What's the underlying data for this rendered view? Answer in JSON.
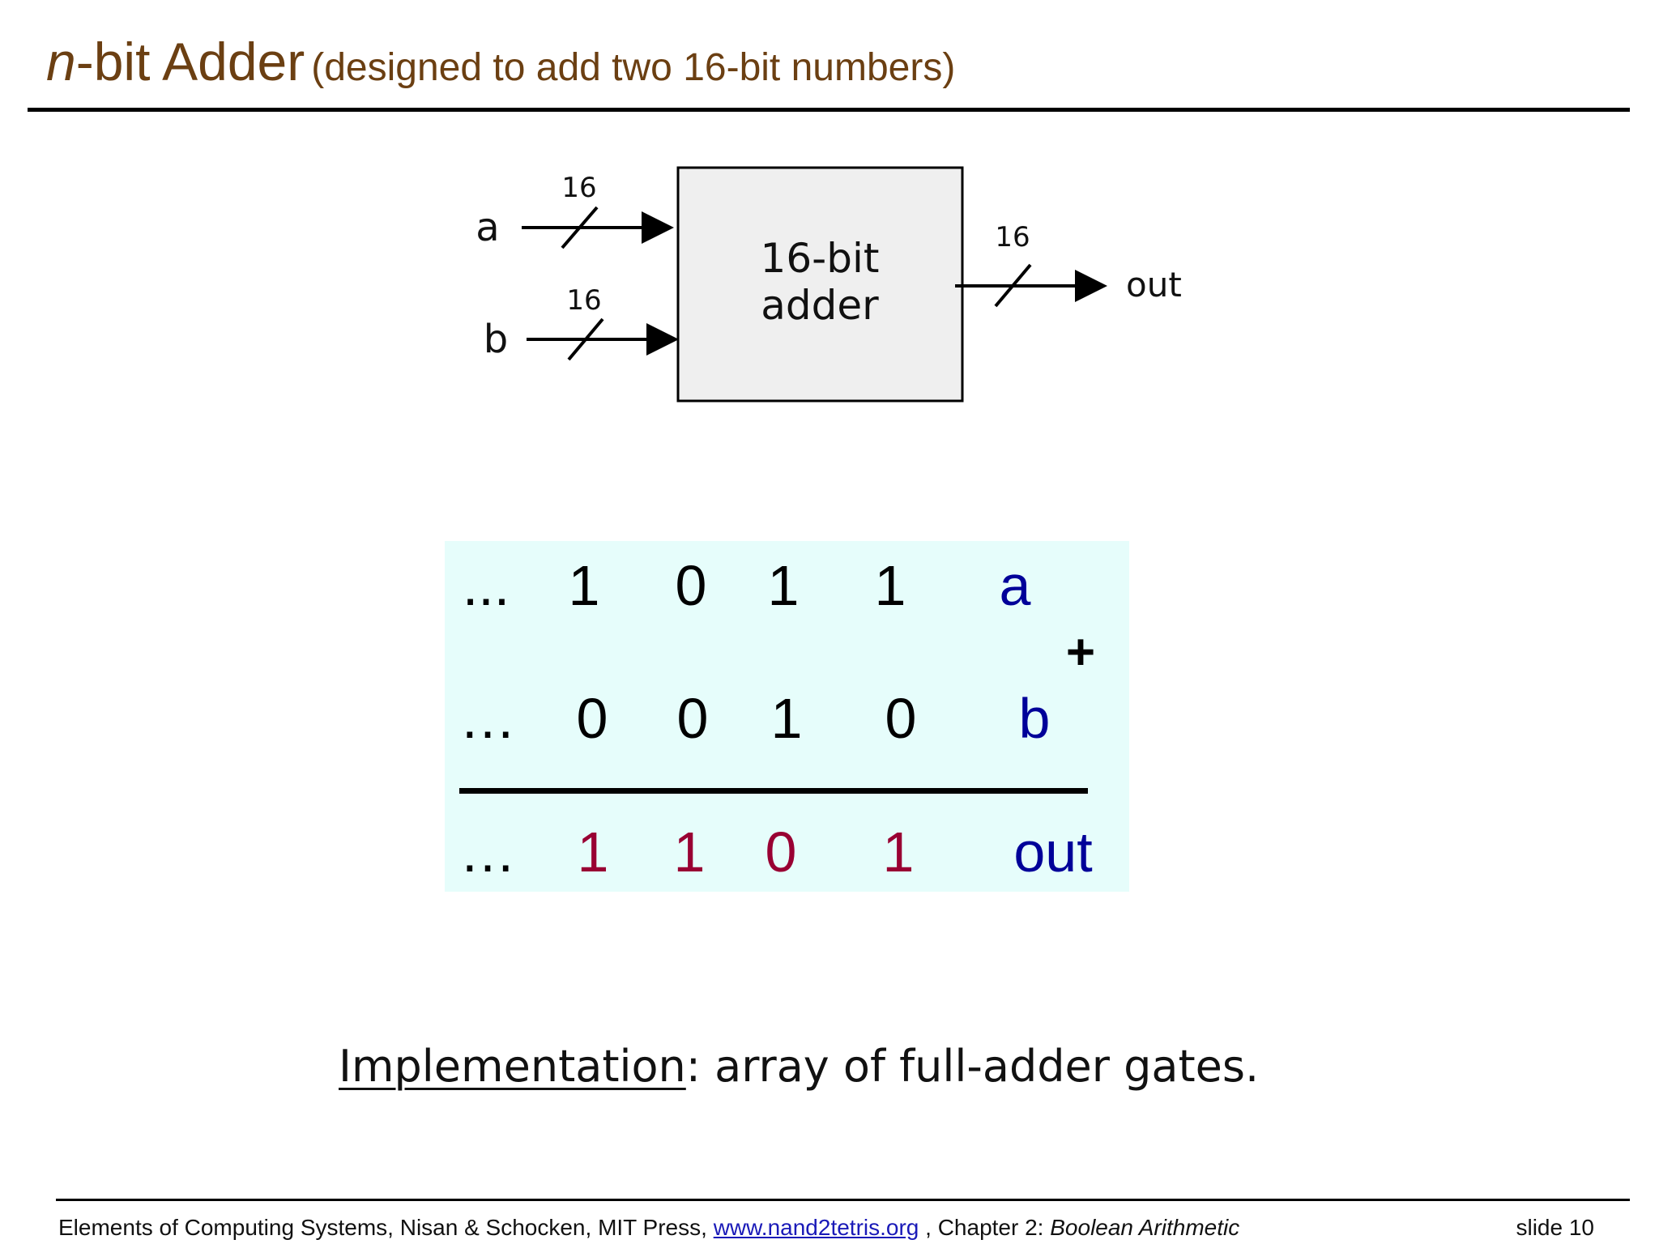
{
  "title": {
    "italic_n": "n",
    "main": "-bit Adder",
    "subtitle": "(designed to add two 16-bit numbers)"
  },
  "block_diagram": {
    "box_line1": "16-bit",
    "box_line2": "adder",
    "input_a": {
      "label": "a",
      "width": "16"
    },
    "input_b": {
      "label": "b",
      "width": "16"
    },
    "output": {
      "label": "out",
      "width": "16"
    }
  },
  "addition": {
    "row_a": {
      "dots": "...",
      "bits": [
        "1",
        "0",
        "1",
        "1"
      ],
      "label": "a"
    },
    "plus": "+",
    "row_b": {
      "dots": "…",
      "bits": [
        "0",
        "0",
        "1",
        "0"
      ],
      "label": "b"
    },
    "row_out": {
      "dots": "…",
      "bits": [
        "1",
        "1",
        "0",
        "1"
      ],
      "label": "out"
    },
    "colors": {
      "operand": "#000000",
      "result": "#990033",
      "label": "#000099"
    }
  },
  "implementation": {
    "label": "Implementation",
    "text": ": array of full-adder gates."
  },
  "footer": {
    "text_before": "Elements of Computing Systems, Nisan & Schocken, MIT Press, ",
    "link": "www.nand2tetris.org",
    "text_middle": " , Chapter 2: ",
    "chapter": "Boolean Arithmetic",
    "slide": "slide 10"
  }
}
